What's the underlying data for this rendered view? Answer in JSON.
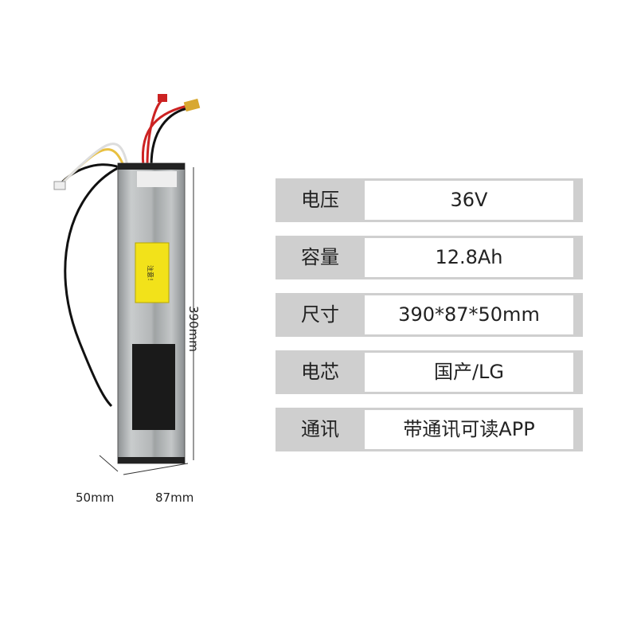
{
  "specs": [
    {
      "label": "电压",
      "value": "36V"
    },
    {
      "label": "容量",
      "value": "12.8Ah"
    },
    {
      "label": "尺寸",
      "value": "390*87*50mm"
    },
    {
      "label": "电芯",
      "value": "国产/LG"
    },
    {
      "label": "通讯",
      "value": "带通讯可读APP"
    }
  ],
  "dimensions": {
    "height": "390mm",
    "depth": "50mm",
    "width": "87mm"
  },
  "product_label": {
    "warning": "注意！"
  }
}
